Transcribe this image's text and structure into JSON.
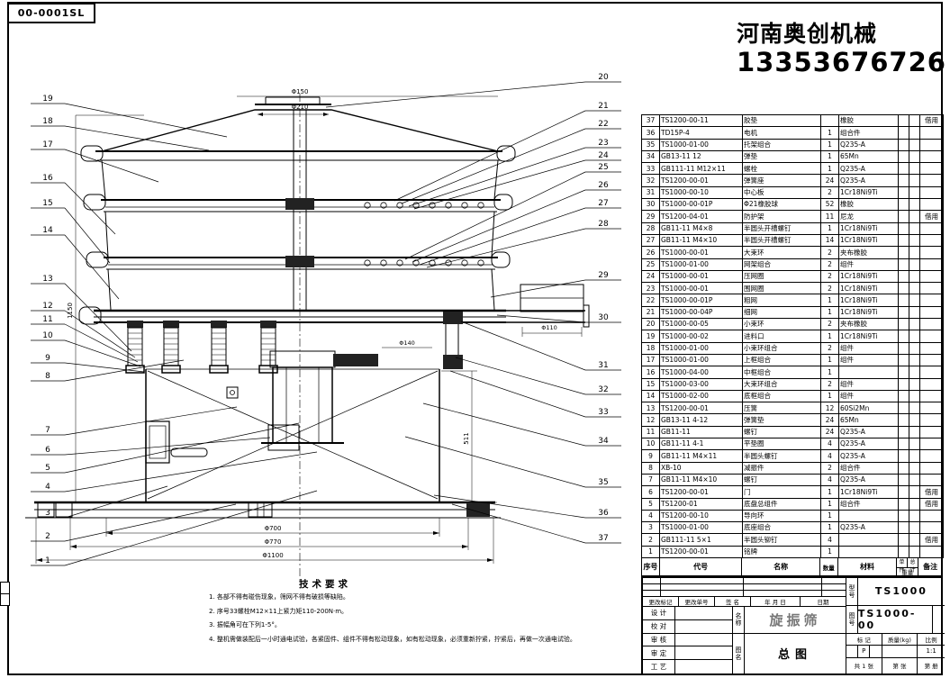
{
  "sheet": {
    "doc_code": "00-0001SL"
  },
  "company": {
    "name": "河南奥创机械",
    "phone": "13353676726"
  },
  "drawing": {
    "callouts_left": [
      "19",
      "18",
      "17",
      "16",
      "15",
      "14",
      "13",
      "12",
      "11",
      "10",
      "9",
      "8",
      "7",
      "6",
      "5",
      "4",
      "3",
      "2",
      "1"
    ],
    "callouts_right": [
      "20",
      "21",
      "22",
      "23",
      "24",
      "25",
      "26",
      "27",
      "28",
      "29",
      "30",
      "31",
      "32",
      "33",
      "34",
      "35",
      "36",
      "37"
    ],
    "dims": {
      "top_pipe": "Φ150",
      "top_flange": "Φ210",
      "outlet": "Φ110",
      "motor": "Φ140",
      "bottom_inner": "Φ700",
      "bottom_mid": "Φ770",
      "bottom_outer": "Φ1100",
      "height_left": "1150",
      "height_right": "511"
    }
  },
  "tech": {
    "title": "技术要求",
    "notes": [
      "1. 各部不得有碰伤现象，筛网不得有破损等缺陷。",
      "2. 序号33螺栓M12×11上紧力矩110-200N·m。",
      "3. 振幅角可在下列1-5°。",
      "4. 整机需做装配后一小时通电试验，各紧固件、组件不得有松动现象，如有松动现象，必须重新拧紧，拧紧后，再做一次通电试验。"
    ]
  },
  "bom": {
    "headers": {
      "n": "序号",
      "code": "代号",
      "name": "名称",
      "qty": "数量",
      "mat": "材料",
      "unit": "单件",
      "total": "总计",
      "weight": "重量",
      "rm": "备注"
    },
    "rows": [
      {
        "n": "37",
        "code": "TS1200-00-11",
        "name": "胶垫",
        "qty": "",
        "mat": "橡胶",
        "u": "",
        "t": "",
        "rm": "借用"
      },
      {
        "n": "36",
        "code": "TD15P-4",
        "name": "电机",
        "qty": "1",
        "mat": "组合件",
        "u": "",
        "t": "",
        "rm": ""
      },
      {
        "n": "35",
        "code": "TS1000-01-00",
        "name": "托架组合",
        "qty": "1",
        "mat": "Q235-A",
        "u": "",
        "t": "",
        "rm": ""
      },
      {
        "n": "34",
        "code": "GB13-11 12",
        "name": "弹垫",
        "qty": "1",
        "mat": "65Mn",
        "u": "",
        "t": "",
        "rm": ""
      },
      {
        "n": "33",
        "code": "GB111-11 M12×11",
        "name": "螺栓",
        "qty": "1",
        "mat": "Q235-A",
        "u": "",
        "t": "",
        "rm": ""
      },
      {
        "n": "32",
        "code": "TS1200-00-01",
        "name": "弹簧座",
        "qty": "24",
        "mat": "Q235-A",
        "u": "",
        "t": "",
        "rm": ""
      },
      {
        "n": "31",
        "code": "TS1000-00-10",
        "name": "中心板",
        "qty": "2",
        "mat": "1Cr18Ni9Ti",
        "u": "",
        "t": "",
        "rm": ""
      },
      {
        "n": "30",
        "code": "TS1000-00-01P",
        "name": "Φ21橡胶球",
        "qty": "52",
        "mat": "橡胶",
        "u": "",
        "t": "",
        "rm": ""
      },
      {
        "n": "29",
        "code": "TS1200-04-01",
        "name": "防护架",
        "qty": "11",
        "mat": "尼龙",
        "u": "",
        "t": "",
        "rm": "借用"
      },
      {
        "n": "28",
        "code": "GB11-11 M4×8",
        "name": "半圆头开槽螺钉",
        "qty": "1",
        "mat": "1Cr18Ni9Ti",
        "u": "",
        "t": "",
        "rm": ""
      },
      {
        "n": "27",
        "code": "GB11-11 M4×10",
        "name": "半圆头开槽螺钉",
        "qty": "14",
        "mat": "1Cr18Ni9Ti",
        "u": "",
        "t": "",
        "rm": ""
      },
      {
        "n": "26",
        "code": "TS1000-00-01",
        "name": "大束环",
        "qty": "2",
        "mat": "夹布橡胶",
        "u": "",
        "t": "",
        "rm": ""
      },
      {
        "n": "25",
        "code": "TS1000-01-00",
        "name": "网架组合",
        "qty": "2",
        "mat": "组件",
        "u": "",
        "t": "",
        "rm": ""
      },
      {
        "n": "24",
        "code": "TS1000-00-01",
        "name": "压网圈",
        "qty": "2",
        "mat": "1Cr18Ni9Ti",
        "u": "",
        "t": "",
        "rm": ""
      },
      {
        "n": "23",
        "code": "TS1000-00-01",
        "name": "围网圈",
        "qty": "2",
        "mat": "1Cr18Ni9Ti",
        "u": "",
        "t": "",
        "rm": ""
      },
      {
        "n": "22",
        "code": "TS1000-00-01P",
        "name": "粗网",
        "qty": "1",
        "mat": "1Cr18Ni9Ti",
        "u": "",
        "t": "",
        "rm": ""
      },
      {
        "n": "21",
        "code": "TS1000-00-04P",
        "name": "细网",
        "qty": "1",
        "mat": "1Cr18Ni9Ti",
        "u": "",
        "t": "",
        "rm": ""
      },
      {
        "n": "20",
        "code": "TS1000-00-05",
        "name": "小束环",
        "qty": "2",
        "mat": "夹布橡胶",
        "u": "",
        "t": "",
        "rm": ""
      },
      {
        "n": "19",
        "code": "TS1000-00-02",
        "name": "进料口",
        "qty": "1",
        "mat": "1Cr18Ni9Ti",
        "u": "",
        "t": "",
        "rm": ""
      },
      {
        "n": "18",
        "code": "TS1000-01-00",
        "name": "小束环组合",
        "qty": "2",
        "mat": "组件",
        "u": "",
        "t": "",
        "rm": ""
      },
      {
        "n": "17",
        "code": "TS1000-01-00",
        "name": "上框组合",
        "qty": "1",
        "mat": "组件",
        "u": "",
        "t": "",
        "rm": ""
      },
      {
        "n": "16",
        "code": "TS1000-04-00",
        "name": "中框组合",
        "qty": "1",
        "mat": "",
        "u": "",
        "t": "",
        "rm": ""
      },
      {
        "n": "15",
        "code": "TS1000-03-00",
        "name": "大束环组合",
        "qty": "2",
        "mat": "组件",
        "u": "",
        "t": "",
        "rm": ""
      },
      {
        "n": "14",
        "code": "TS1000-02-00",
        "name": "底框组合",
        "qty": "1",
        "mat": "组件",
        "u": "",
        "t": "",
        "rm": ""
      },
      {
        "n": "13",
        "code": "TS1200-00-01",
        "name": "压簧",
        "qty": "12",
        "mat": "60Si2Mn",
        "u": "",
        "t": "",
        "rm": ""
      },
      {
        "n": "12",
        "code": "GB13-11 4-12",
        "name": "弹簧垫",
        "qty": "24",
        "mat": "65Mn",
        "u": "",
        "t": "",
        "rm": ""
      },
      {
        "n": "11",
        "code": "GB11-11",
        "name": "螺钉",
        "qty": "24",
        "mat": "Q235-A",
        "u": "",
        "t": "",
        "rm": ""
      },
      {
        "n": "10",
        "code": "GB11-11 4-1",
        "name": "平垫圈",
        "qty": "4",
        "mat": "Q235-A",
        "u": "",
        "t": "",
        "rm": ""
      },
      {
        "n": "9",
        "code": "GB11-11 M4×11",
        "name": "半圆头螺钉",
        "qty": "4",
        "mat": "Q235-A",
        "u": "",
        "t": "",
        "rm": ""
      },
      {
        "n": "8",
        "code": "XB-10",
        "name": "减振件",
        "qty": "2",
        "mat": "组合件",
        "u": "",
        "t": "",
        "rm": ""
      },
      {
        "n": "7",
        "code": "GB11-11 M4×10",
        "name": "螺钉",
        "qty": "4",
        "mat": "Q235-A",
        "u": "",
        "t": "",
        "rm": ""
      },
      {
        "n": "6",
        "code": "TS1200-00-01",
        "name": "门",
        "qty": "1",
        "mat": "1Cr18Ni9Ti",
        "u": "",
        "t": "",
        "rm": "借用"
      },
      {
        "n": "5",
        "code": "TS1200-01",
        "name": "底盘总组件",
        "qty": "1",
        "mat": "组合件",
        "u": "",
        "t": "",
        "rm": "借用"
      },
      {
        "n": "4",
        "code": "TS1200-00-10",
        "name": "导向环",
        "qty": "1",
        "mat": "",
        "u": "",
        "t": "",
        "rm": ""
      },
      {
        "n": "3",
        "code": "TS1000-01-00",
        "name": "底座组合",
        "qty": "1",
        "mat": "Q235-A",
        "u": "",
        "t": "",
        "rm": ""
      },
      {
        "n": "2",
        "code": "GB111-11 5×1",
        "name": "半圆头铆钉",
        "qty": "4",
        "mat": "",
        "u": "",
        "t": "",
        "rm": "借用"
      },
      {
        "n": "1",
        "code": "TS1200-00-01",
        "name": "铭牌",
        "qty": "1",
        "mat": "",
        "u": "",
        "t": "",
        "rm": ""
      }
    ]
  },
  "titleblock": {
    "rev_header": [
      "更改标记",
      "更改单号",
      "签  名",
      "年 月 日",
      "日期"
    ],
    "sign_rows": [
      "设  计",
      "校  对",
      "审  核",
      "审  定",
      "工  艺"
    ],
    "name_label": "名称",
    "title_label": "图名",
    "product_name": "旋振筛",
    "drawing_title": "总图",
    "model_label": "型号",
    "model": "TS1000",
    "code_label": "图号",
    "code": "TS1000-00",
    "mark_label": "标 记",
    "weight_label": "质量(kg)",
    "scale_label": "比例",
    "stage_mark": "P",
    "scale": "1:1",
    "sheets": "共 1 张",
    "sheet_no": "第  张",
    "volume": "第  册"
  }
}
